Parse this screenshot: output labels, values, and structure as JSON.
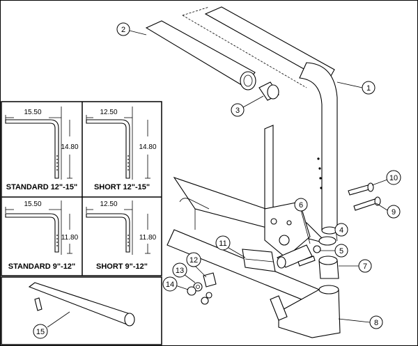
{
  "callouts": [
    "1",
    "2",
    "3",
    "4",
    "5",
    "6",
    "7",
    "8",
    "9",
    "10",
    "11",
    "12",
    "13",
    "14",
    "15"
  ],
  "panels": [
    {
      "width": "15.50",
      "height": "14.80",
      "caption": "STANDARD 12\"-15\""
    },
    {
      "width": "12.50",
      "height": "14.80",
      "caption": "SHORT 12\"-15\""
    },
    {
      "width": "15.50",
      "height": "11.80",
      "caption": "STANDARD 9\"-12\""
    },
    {
      "width": "12.50",
      "height": "11.80",
      "caption": "SHORT 9\"-12\""
    }
  ]
}
